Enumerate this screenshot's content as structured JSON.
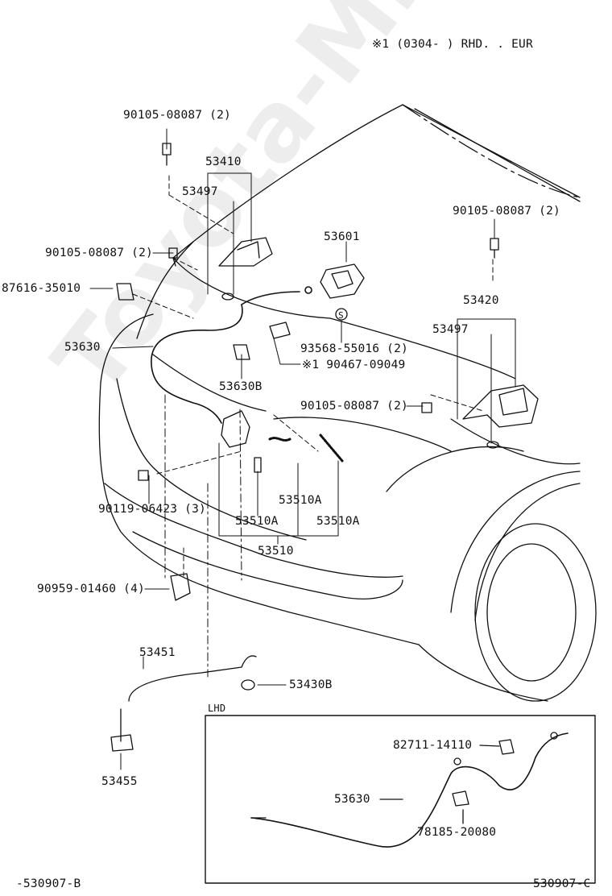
{
  "header": {
    "note": "※1 (0304-        ) RHD. . EUR"
  },
  "watermark": "Toyota-Mine.ru",
  "inset": {
    "title": "LHD"
  },
  "labels": {
    "bolt_top_left": "90105-08087 (2)",
    "latch_lh": "53410",
    "spacer_lh": "53497",
    "bolt_mid_left": "90105-08087 (2)",
    "clip_left": "87616-35010",
    "cable_main": "53630",
    "cable_clip": "53630B",
    "lever": "53601",
    "bolt_top_right": "90105-08087 (2)",
    "latch_rh": "53420",
    "spacer_rh": "53497",
    "clip_s": "93568-55016 (2)",
    "clip_x1": "※1 90467-09049",
    "bolt_mid_right": "90105-08087 (2)",
    "spring_a": "53510A",
    "spring_b": "53510A",
    "spring_c": "53510A",
    "lock_assy": "53510",
    "screw_lower": "90119-06423 (3)",
    "clip_lower": "90959-01460 (4)",
    "rod": "53451",
    "grommet": "53430B",
    "bracket": "53455",
    "s_mark": "S",
    "lhd_clip": "82711-14110",
    "lhd_cable": "53630",
    "lhd_clamp": "78185-20080"
  },
  "footer": {
    "left": "-530907-B",
    "right": "530907-C"
  }
}
